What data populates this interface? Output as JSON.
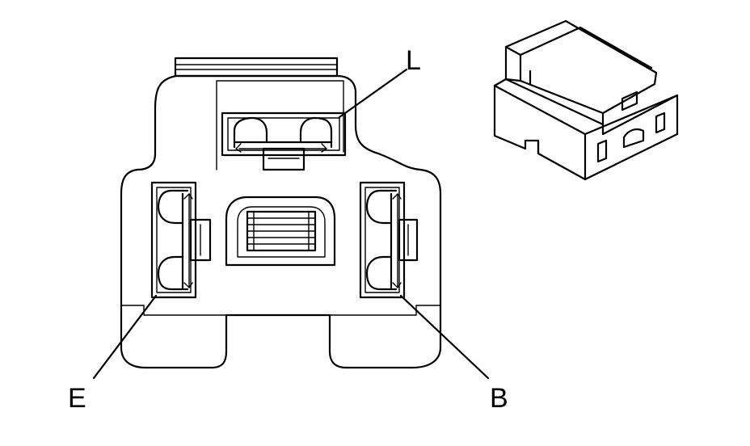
{
  "labels": {
    "l": "L",
    "e": "E",
    "b": "B"
  }
}
